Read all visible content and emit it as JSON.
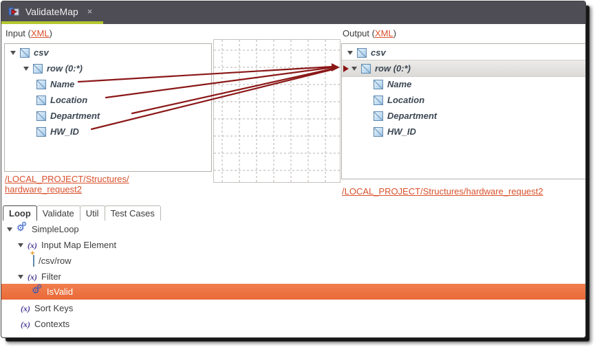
{
  "tab_bar": {
    "title": "ValidateMap",
    "close_label": "×"
  },
  "panels": {
    "input": {
      "prefix": "Input (",
      "link": "XML",
      "suffix": ")"
    },
    "output": {
      "prefix": "Output (",
      "link": "XML",
      "suffix": ")"
    }
  },
  "input_tree": {
    "rows": [
      {
        "label": "csv"
      },
      {
        "label": "row (0:*)"
      },
      {
        "label": "Name"
      },
      {
        "label": "Location"
      },
      {
        "label": "Department"
      },
      {
        "label": "HW_ID"
      }
    ]
  },
  "output_tree": {
    "rows": [
      {
        "label": "csv"
      },
      {
        "label": "row (0:*)"
      },
      {
        "label": "Name"
      },
      {
        "label": "Location"
      },
      {
        "label": "Department"
      },
      {
        "label": "HW_ID"
      }
    ]
  },
  "input_ref": {
    "line1": "/LOCAL_PROJECT/Structures/",
    "line2": "hardware_request2"
  },
  "output_ref": {
    "text": "/LOCAL_PROJECT/Structures/hardware_request2"
  },
  "bottom_tabs": [
    {
      "label": "Loop"
    },
    {
      "label": "Validate"
    },
    {
      "label": "Util"
    },
    {
      "label": "Test Cases"
    }
  ],
  "loop_tree": [
    {
      "label": "SimpleLoop"
    },
    {
      "label": "Input Map Element"
    },
    {
      "label": "/csv/row"
    },
    {
      "label": "Filter"
    },
    {
      "label": "IsValid"
    },
    {
      "label": "Sort Keys"
    },
    {
      "label": "Contexts"
    }
  ],
  "colors": {
    "tabbar_bg": "#4e4d55",
    "tab_underline": "#b4c72f",
    "mapping_line": "#8b1717",
    "link": "#d9512c",
    "selection_orange": "#ed7044",
    "selection_gray": "#e2e1df"
  }
}
